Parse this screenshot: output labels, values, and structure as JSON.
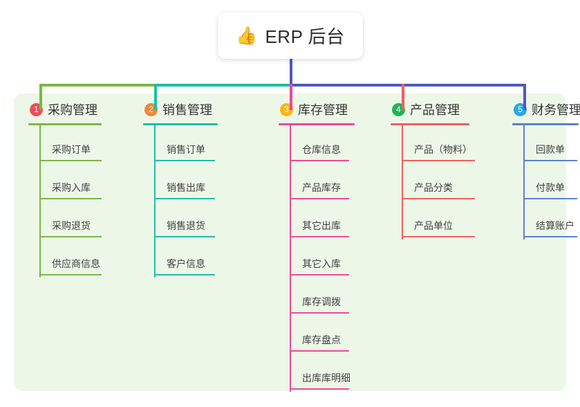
{
  "diagram": {
    "type": "mindmap",
    "title": "ERP 后台",
    "root": {
      "icon": "thumbs-up-icon",
      "icon_glyph": "👍",
      "label": "ERP 后台"
    },
    "panel_color": "#edf7e8",
    "trunk_color": "#4f58c0",
    "bar_colors": [
      "#7ab842",
      "#1dbfa6",
      "#4f58c0"
    ],
    "branches": [
      {
        "number": "1",
        "badge_glyph": "1",
        "badge_color": "#ef4b5d",
        "line_color": "#7ab842",
        "title": "采购管理",
        "items": [
          "采购订单",
          "采购入库",
          "采购退货",
          "供应商信息"
        ]
      },
      {
        "number": "2",
        "badge_glyph": "2",
        "badge_color": "#f58634",
        "line_color": "#1dbfa6",
        "title": "销售管理",
        "items": [
          "销售订单",
          "销售出库",
          "销售退货",
          "客户信息"
        ]
      },
      {
        "number": "3",
        "badge_glyph": "3",
        "badge_color": "#f7b619",
        "line_color": "#ec4a97",
        "title": "库存管理",
        "items": [
          "仓库信息",
          "产品库存",
          "其它出库",
          "其它入库",
          "库存调拨",
          "库存盘点",
          "出库库明细"
        ]
      },
      {
        "number": "4",
        "badge_glyph": "4",
        "badge_color": "#1fb457",
        "line_color": "#f0605f",
        "title": "产品管理",
        "items": [
          "产品（物料）",
          "产品分类",
          "产品单位"
        ]
      },
      {
        "number": "5",
        "badge_glyph": "5",
        "badge_color": "#29a9e0",
        "line_color": "#5c7fd0",
        "title": "财务管理",
        "items": [
          "回款单",
          "付款单",
          "结算账户"
        ]
      }
    ]
  }
}
